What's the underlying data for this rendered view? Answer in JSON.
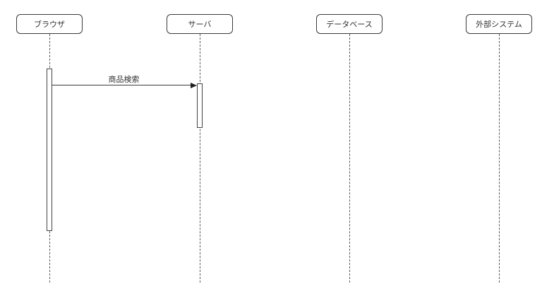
{
  "diagram": {
    "type": "uml-sequence-diagram",
    "background_color": "#ffffff",
    "stroke_color": "#3b3b3b",
    "fill_color": "#ffffff",
    "actors": [
      {
        "label": "ブラウザ"
      },
      {
        "label": "サーバ"
      },
      {
        "label": "データベース"
      },
      {
        "label": "外部システム"
      }
    ],
    "messages": [
      {
        "label": "商品検索",
        "from": "ブラウザ",
        "to": "サーバ",
        "line_style": "solid",
        "arrowhead": "filled-triangle"
      }
    ],
    "activations": [
      {
        "actor": "ブラウザ"
      },
      {
        "actor": "サーバ"
      }
    ]
  }
}
